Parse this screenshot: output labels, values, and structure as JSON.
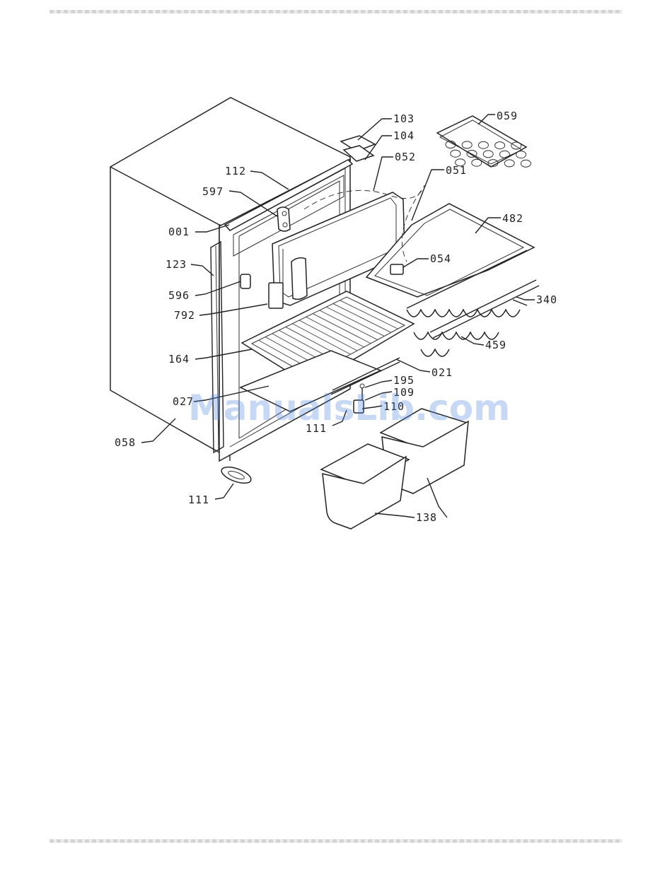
{
  "watermark": "ManualsLib.com",
  "labels": {
    "p103": "103",
    "p059": "059",
    "p104": "104",
    "p052": "052",
    "p051": "051",
    "p112": "112",
    "p597": "597",
    "p482": "482",
    "p001": "001",
    "p054": "054",
    "p123": "123",
    "p596": "596",
    "p340": "340",
    "p792": "792",
    "p459": "459",
    "p164": "164",
    "p021": "021",
    "p195": "195",
    "p109": "109",
    "p027": "027",
    "p110": "110",
    "p111a": "111",
    "p058": "058",
    "p111b": "111",
    "p138": "138"
  }
}
